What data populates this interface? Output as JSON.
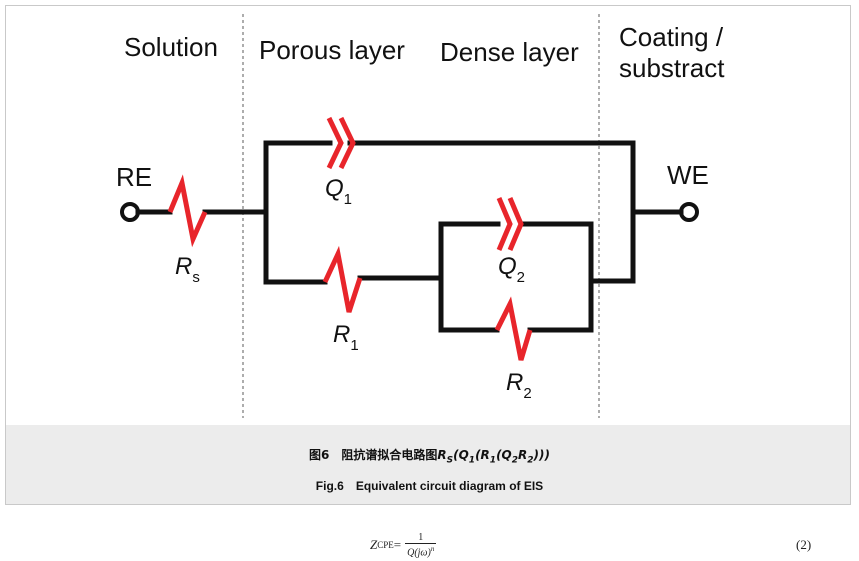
{
  "figure": {
    "regions": {
      "solution": "Solution",
      "porous_layer": "Porous layer",
      "dense_layer": "Dense layer",
      "coating_line1": "Coating /",
      "coating_line2": "substract"
    },
    "terminals": {
      "left": "RE",
      "right": "WE"
    },
    "components": {
      "rs": {
        "symbol": "R",
        "sub": "s"
      },
      "q1": {
        "symbol": "Q",
        "sub": "1"
      },
      "r1": {
        "symbol": "R",
        "sub": "1"
      },
      "q2": {
        "symbol": "Q",
        "sub": "2"
      },
      "r2": {
        "symbol": "R",
        "sub": "2"
      }
    },
    "colors": {
      "wire": "#111111",
      "element": "#e8252b",
      "divider": "#8a8a8a"
    }
  },
  "caption": {
    "cn_label": "图6",
    "cn_text": "阻抗谱拟合电路图",
    "formula_parts": [
      "R",
      "S",
      "(Q",
      "1",
      "(R",
      "1",
      "(Q",
      "2",
      "R",
      "2",
      ")))"
    ],
    "en_label": "Fig.6",
    "en_text": "Equivalent circuit diagram of EIS"
  },
  "equation": {
    "lhs": "Z",
    "lhs_sub": "CPE",
    "equals": "=",
    "numerator": "1",
    "denominator": "Q(jω)",
    "denominator_exp": "n",
    "number": "(2)"
  }
}
